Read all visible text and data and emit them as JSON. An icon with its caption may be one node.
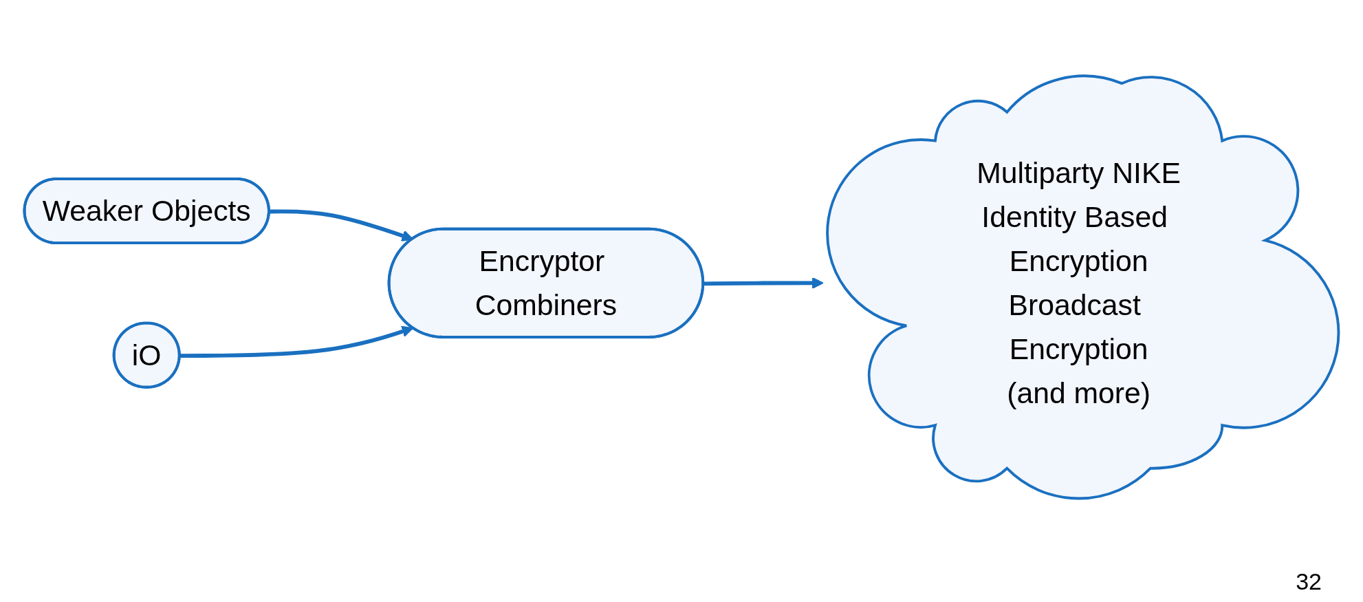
{
  "diagram": {
    "nodes": [
      {
        "text": [
          "Weaker Objects"
        ]
      },
      {
        "text": [
          "iO"
        ]
      },
      {
        "text": [
          "Encryptor Combiners"
        ]
      },
      {
        "text": [
          "Multiparty NIKE",
          "Identity Based Encryption",
          "Broadcast Encryption",
          "(and more)"
        ]
      }
    ],
    "edges": [
      {
        "from": 0,
        "to": 2,
        "arrow": "to"
      },
      {
        "from": 1,
        "to": 2,
        "arrow": "to"
      },
      {
        "from": 2,
        "to": 3,
        "arrow": "to"
      }
    ],
    "labels": [
      "32"
    ]
  }
}
